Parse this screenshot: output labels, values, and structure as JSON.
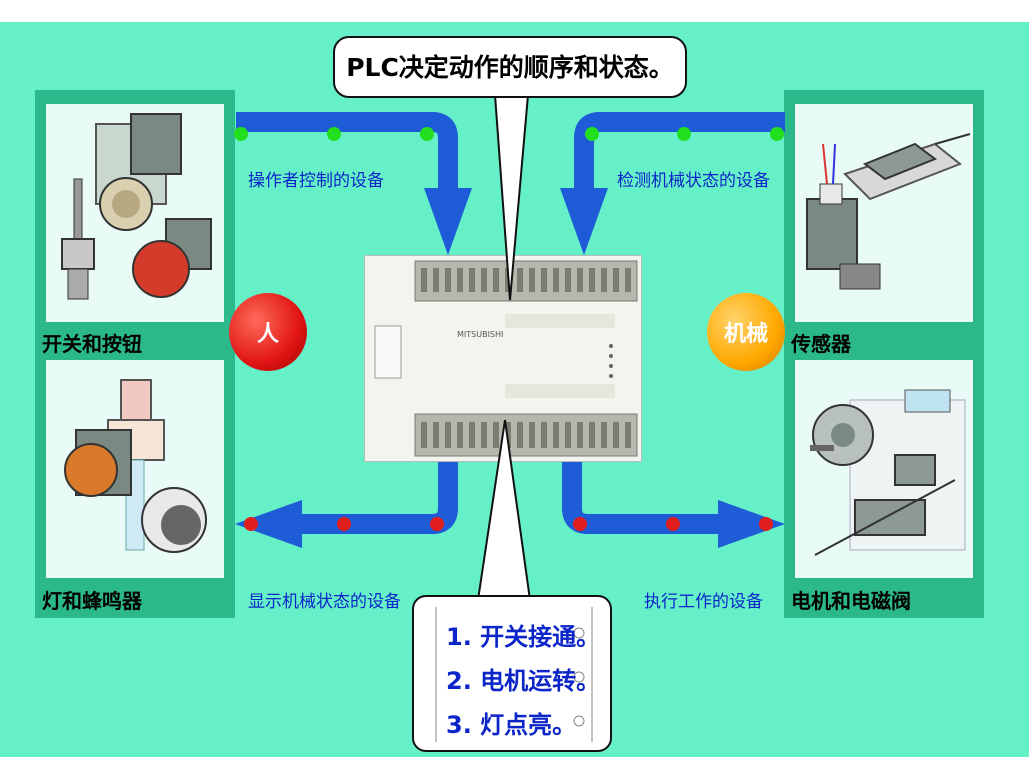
{
  "title": "PLC决定动作的顺序和状态。",
  "left": {
    "top_label": "开关和按钮",
    "bottom_label": "灯和蜂鸣器",
    "circle_label": "人",
    "input_flow": "操作者控制的设备",
    "output_flow": "显示机械状态的设备"
  },
  "right": {
    "top_label": "传感器",
    "bottom_label": "电机和电磁阀",
    "circle_label": "机械",
    "input_flow": "检测机械状态的设备",
    "output_flow": "执行工作的设备"
  },
  "plc": {
    "brand": "MITSUBISHI"
  },
  "steps": [
    "1. 开关接通。",
    "2. 电机运转。",
    "3. 灯点亮。"
  ],
  "colors": {
    "background": "#66f0c8",
    "panel": "#2bb98c",
    "arrow": "#1e5bd6",
    "input_dot": "#22e01e",
    "output_dot": "#e01e1e",
    "human": "#e01414",
    "machine": "#ffa800",
    "text_blue": "#0b25c8"
  }
}
